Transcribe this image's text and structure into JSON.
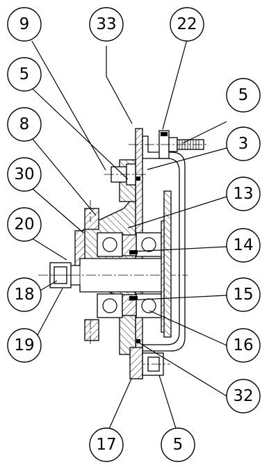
{
  "drawing": {
    "background": "#ffffff",
    "line_color": "#000000",
    "balloons": [
      {
        "id": "b9",
        "label": "9"
      },
      {
        "id": "b33",
        "label": "33"
      },
      {
        "id": "b22",
        "label": "22"
      },
      {
        "id": "b5a",
        "label": "5"
      },
      {
        "id": "b5b",
        "label": "5"
      },
      {
        "id": "b8",
        "label": "8"
      },
      {
        "id": "b3",
        "label": "3"
      },
      {
        "id": "b30",
        "label": "30"
      },
      {
        "id": "b13",
        "label": "13"
      },
      {
        "id": "b20",
        "label": "20"
      },
      {
        "id": "b14",
        "label": "14"
      },
      {
        "id": "b18",
        "label": "18"
      },
      {
        "id": "b15",
        "label": "15"
      },
      {
        "id": "b19",
        "label": "19"
      },
      {
        "id": "b16",
        "label": "16"
      },
      {
        "id": "b32",
        "label": "32"
      },
      {
        "id": "b17",
        "label": "17"
      },
      {
        "id": "b5c",
        "label": "5"
      }
    ]
  }
}
